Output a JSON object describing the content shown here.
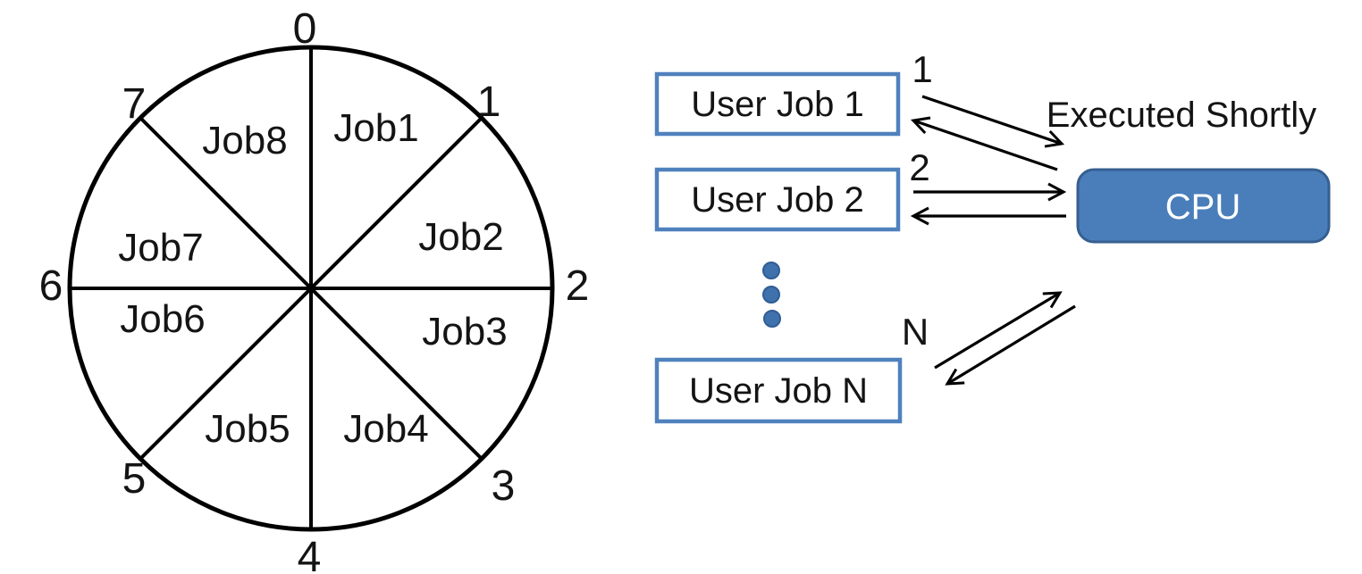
{
  "diagram": {
    "wheel": {
      "ticks": [
        "0",
        "1",
        "2",
        "3",
        "4",
        "5",
        "6",
        "7"
      ],
      "sectors": [
        "Job1",
        "Job2",
        "Job3",
        "Job4",
        "Job5",
        "Job6",
        "Job7",
        "Job8"
      ]
    },
    "flow": {
      "user_jobs": [
        {
          "label": "User Job 1",
          "turn": "1"
        },
        {
          "label": "User Job 2",
          "turn": "2"
        },
        {
          "label": "User Job N",
          "turn": "N"
        }
      ],
      "cpu_label": "CPU",
      "note": "Executed Shortly"
    },
    "colors": {
      "job_box_border": "#4f81bd",
      "cpu_fill": "#4a7ebb",
      "cpu_border": "#365f91",
      "dot_fill": "#3f72ad",
      "ink": "#000000"
    }
  }
}
